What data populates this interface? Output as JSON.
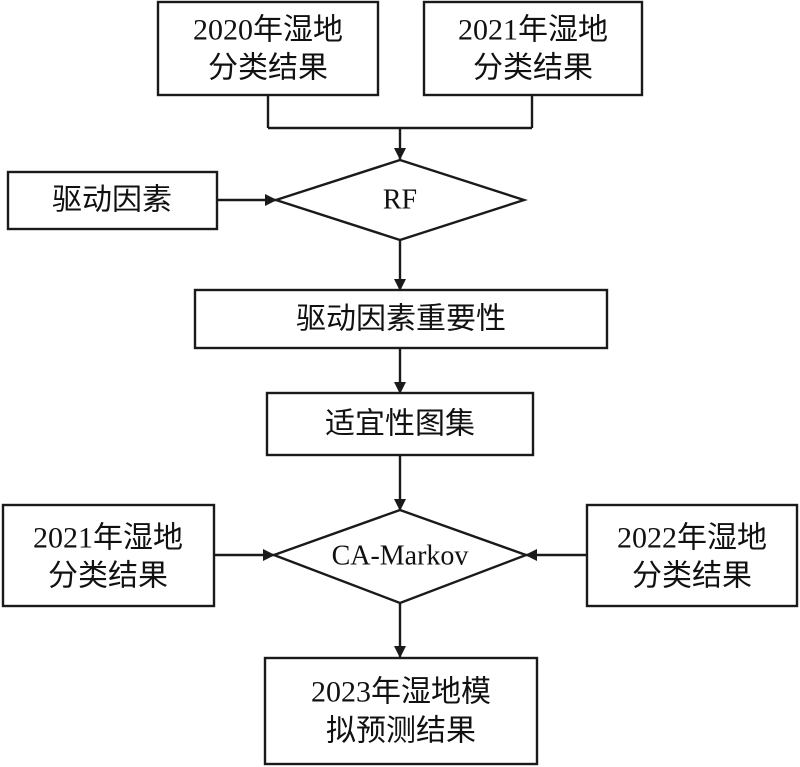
{
  "nodes": {
    "wetland_2020": {
      "line1": "2020年湿地",
      "line2": "分类结果"
    },
    "wetland_2021_top": {
      "line1": "2021年湿地",
      "line2": "分类结果"
    },
    "driving_factors": {
      "text": "驱动因素"
    },
    "rf": {
      "text": "RF"
    },
    "factor_importance": {
      "text": "驱动因素重要性"
    },
    "suitability_atlas": {
      "text": "适宜性图集"
    },
    "wetland_2021_left": {
      "line1": "2021年湿地",
      "line2": "分类结果"
    },
    "ca_markov": {
      "text": "CA-Markov"
    },
    "wetland_2022": {
      "line1": "2022年湿地",
      "line2": "分类结果"
    },
    "prediction_2023": {
      "line1": "2023年湿地模",
      "line2": "拟预测结果"
    }
  },
  "colors": {
    "stroke": "#1a1a1a",
    "fill": "#ffffff",
    "text": "#111111"
  }
}
